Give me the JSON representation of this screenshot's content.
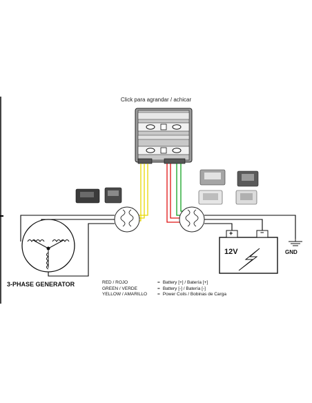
{
  "caption": "Click para agrandar / achicar",
  "generator_label": "3-PHASE GENERATOR",
  "battery_voltage": "12V",
  "battery_plus": "+",
  "battery_minus": "−",
  "ground_label": "GND",
  "legend": [
    {
      "key": "RED / ROJO",
      "value": "Battery [+] / Batería [+]"
    },
    {
      "key": "GREEN / VERDE",
      "value": "Battery [-] / Batería [-]"
    },
    {
      "key": "YELLOW / AMARILLO",
      "value": "Power Coils  /  Bobinas de Carga"
    }
  ],
  "colors": {
    "red_wire": "#e01010",
    "green_wire": "#10a020",
    "yellow_wire": "#e8d800",
    "regulator_body": "#bdbdbd",
    "black_wire": "#000000"
  }
}
